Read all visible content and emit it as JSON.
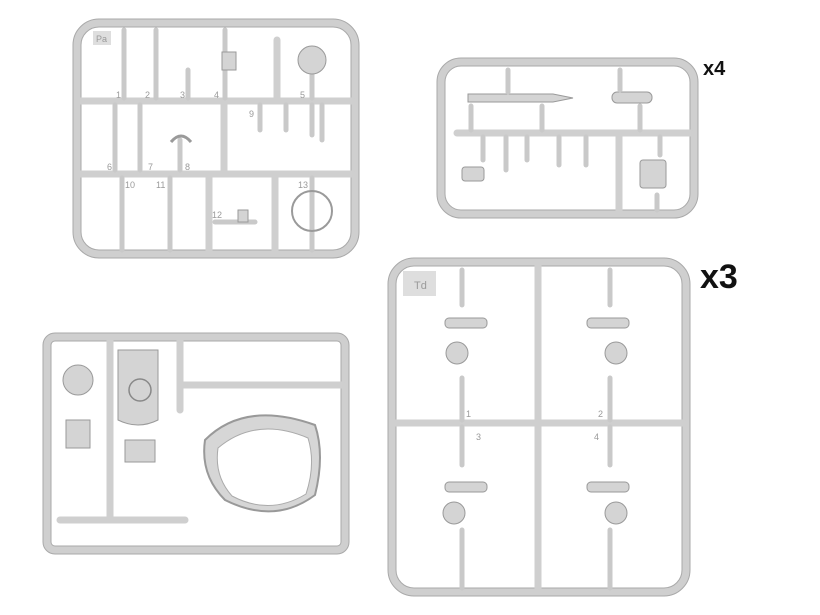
{
  "sprues": [
    {
      "code": "Pa",
      "multiplier": "",
      "part_numbers": [
        "1",
        "2",
        "3",
        "4",
        "5",
        "6",
        "7",
        "8",
        "9",
        "10",
        "11",
        "12",
        "13"
      ]
    },
    {
      "code": "",
      "multiplier": "x4",
      "part_numbers": []
    },
    {
      "code": "",
      "multiplier": "",
      "part_numbers": []
    },
    {
      "code": "Td",
      "multiplier": "x3",
      "part_numbers": [
        "1",
        "2",
        "3",
        "4"
      ]
    }
  ],
  "colors": {
    "plastic": "#d0d0d0",
    "outline": "#a0a0a0"
  }
}
